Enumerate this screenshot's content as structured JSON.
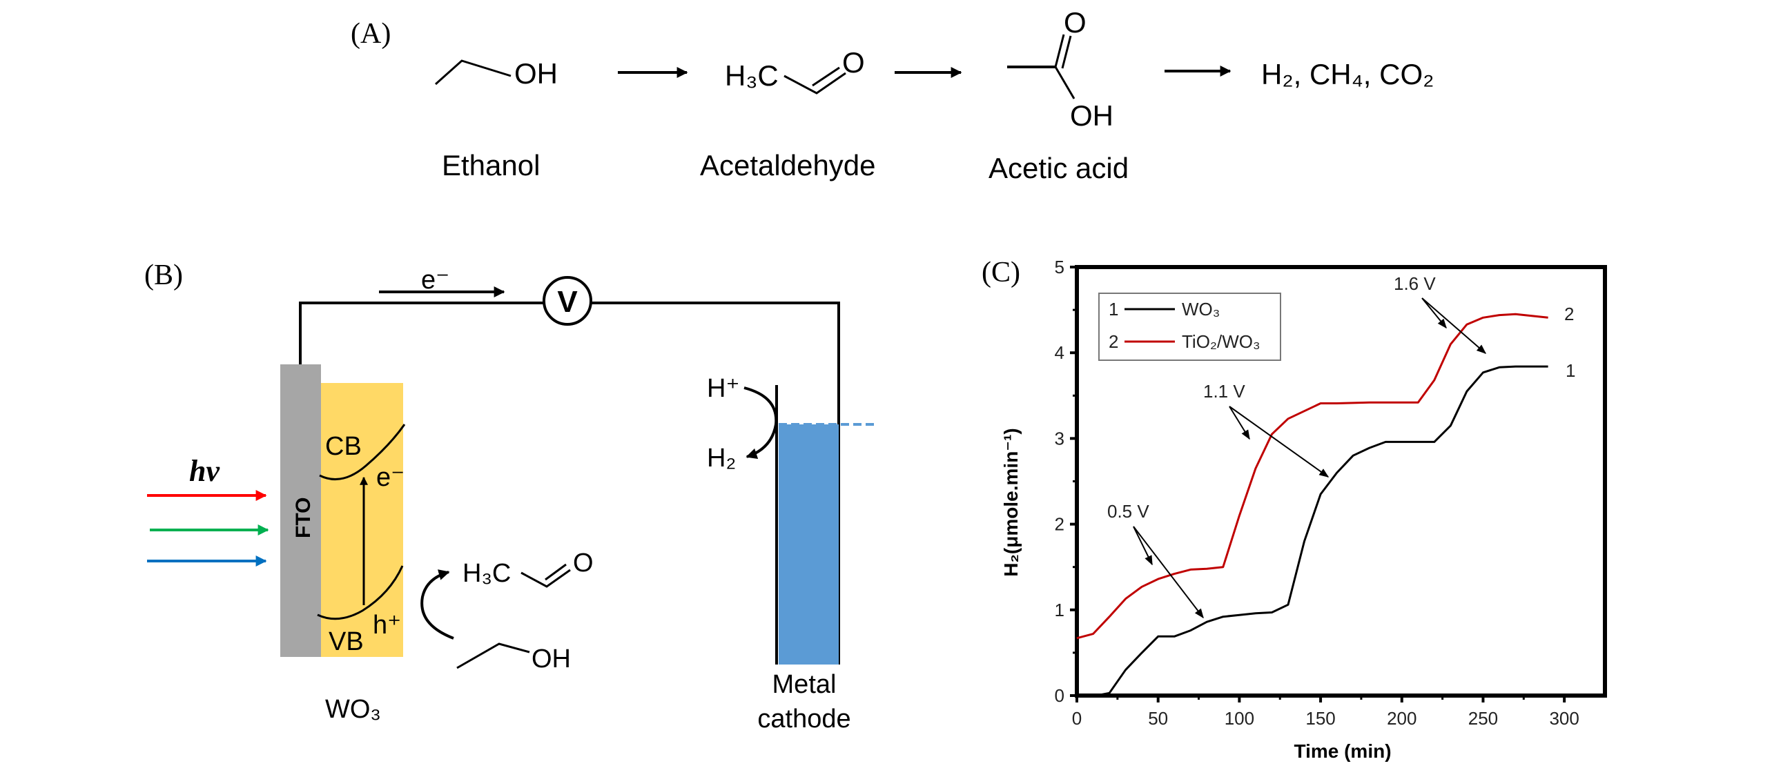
{
  "panels": {
    "a": "(A)",
    "b": "(B)",
    "c": "(C)"
  },
  "reaction": {
    "ethanol_oh": "OH",
    "acetaldehyde_h3c": "H₃C",
    "acetaldehyde_o": "O",
    "acetic_o": "O",
    "acetic_oh": "OH",
    "products": "H₂, CH₄, CO₂",
    "names": [
      "Ethanol",
      "Acetaldehyde",
      "Acetic acid"
    ]
  },
  "cell": {
    "electron_flow": "e⁻",
    "voltmeter": "V",
    "light": "hv",
    "fto": "FTO",
    "cb": "CB",
    "vb": "VB",
    "electron": "e⁻",
    "hole": "h⁺",
    "product_h3c": "H₃C",
    "product_o": "O",
    "reactant_oh": "OH",
    "photoanode": "WO₃",
    "proton": "H⁺",
    "hydrogen": "H₂",
    "cathode_line1": "Metal",
    "cathode_line2": "cathode",
    "colors": {
      "fto": "#a6a6a6",
      "wo3": "#ffd966",
      "electrolyte": "#5b9bd5",
      "red": "#ff0000",
      "green": "#00b050",
      "blue": "#0070c0"
    }
  },
  "chart_data": {
    "type": "line",
    "title": "",
    "xlabel": "Time (min)",
    "ylabel": "H₂(μmole.min⁻¹)",
    "xlim": [
      0,
      325
    ],
    "ylim": [
      0,
      5
    ],
    "xticks": [
      0,
      50,
      100,
      150,
      200,
      250,
      300
    ],
    "yticks": [
      0,
      1,
      2,
      3,
      4,
      5
    ],
    "legend_position": "top-left",
    "series": [
      {
        "name": "WO₃",
        "index": "1",
        "color": "#000000",
        "x": [
          0,
          12,
          20,
          30,
          40,
          50,
          60,
          70,
          80,
          90,
          100,
          110,
          120,
          130,
          140,
          150,
          160,
          170,
          180,
          190,
          200,
          210,
          220,
          230,
          240,
          250,
          260,
          270,
          290
        ],
        "y": [
          0,
          0,
          0.03,
          0.3,
          0.5,
          0.69,
          0.69,
          0.76,
          0.86,
          0.92,
          0.94,
          0.96,
          0.97,
          1.06,
          1.8,
          2.35,
          2.6,
          2.8,
          2.89,
          2.96,
          2.96,
          2.96,
          2.96,
          3.15,
          3.55,
          3.77,
          3.83,
          3.84,
          3.84
        ]
      },
      {
        "name": "TiO₂/WO₃",
        "index": "2",
        "color": "#c00000",
        "x": [
          0,
          10,
          20,
          30,
          40,
          50,
          60,
          70,
          80,
          90,
          100,
          110,
          120,
          130,
          140,
          150,
          160,
          180,
          200,
          210,
          220,
          230,
          240,
          250,
          260,
          270,
          280,
          290
        ],
        "y": [
          0.67,
          0.72,
          0.92,
          1.13,
          1.27,
          1.36,
          1.42,
          1.47,
          1.48,
          1.5,
          2.1,
          2.65,
          3.05,
          3.23,
          3.32,
          3.41,
          3.41,
          3.42,
          3.42,
          3.42,
          3.68,
          4.1,
          4.33,
          4.41,
          4.44,
          4.45,
          4.43,
          4.41
        ]
      }
    ],
    "annotations": [
      "0.5  V",
      "1.1  V",
      "1.6  V"
    ],
    "end_labels": [
      "1",
      "2"
    ]
  }
}
